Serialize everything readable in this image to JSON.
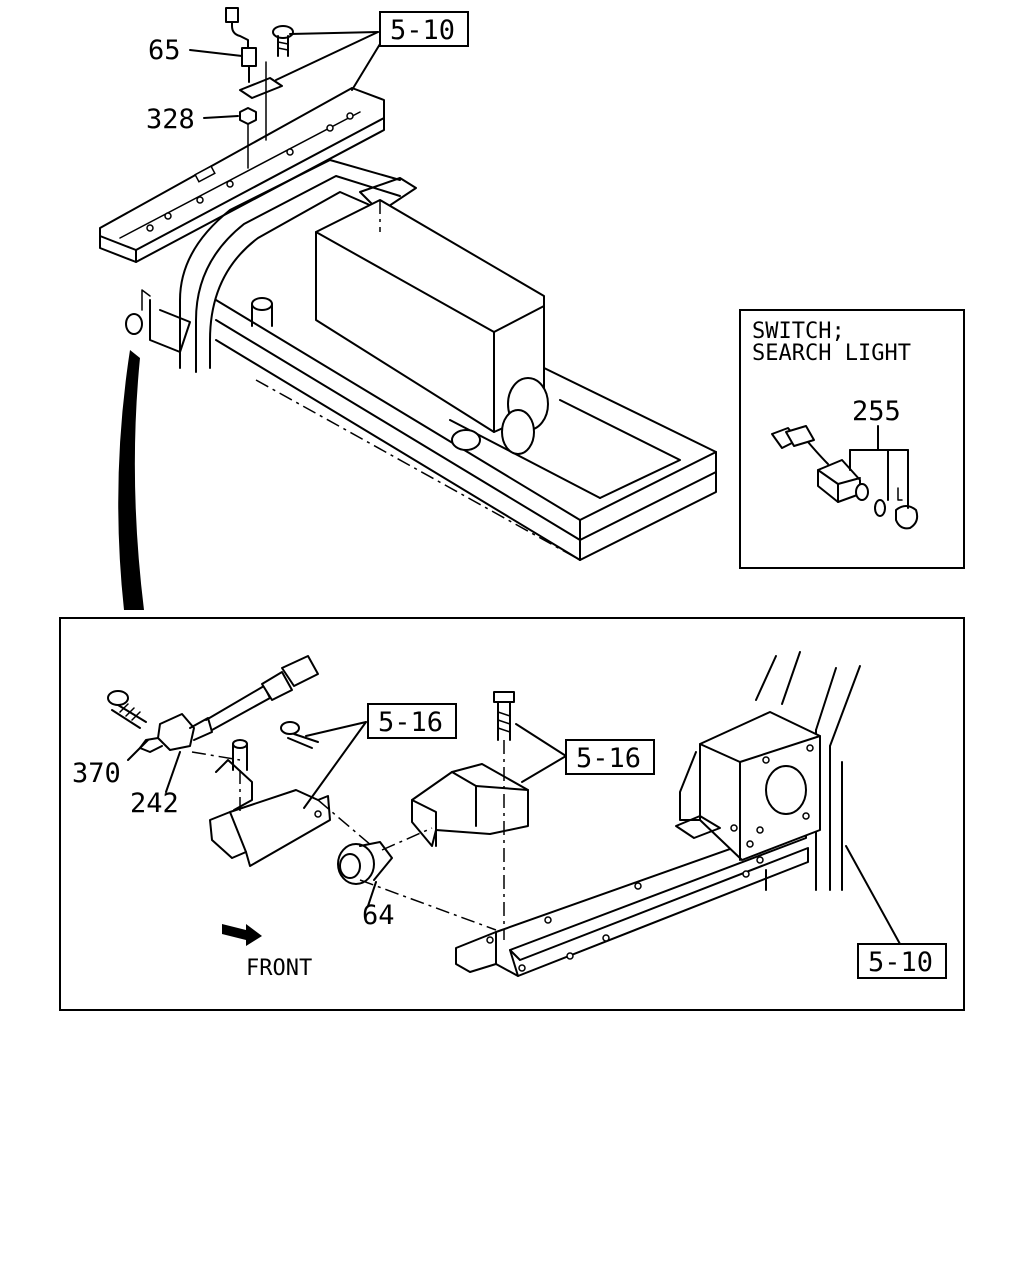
{
  "callouts": {
    "part_65": "65",
    "part_328": "328",
    "part_255": "255",
    "part_370": "370",
    "part_242": "242",
    "part_64": "64"
  },
  "references": {
    "top_ref": "5-10",
    "bracket_ref_a": "5-16",
    "bracket_ref_b": "5-16",
    "frame_ref": "5-10"
  },
  "inset": {
    "title_line1": "SWITCH;",
    "title_line2": "SEARCH LIGHT"
  },
  "direction": {
    "label": "FRONT"
  }
}
